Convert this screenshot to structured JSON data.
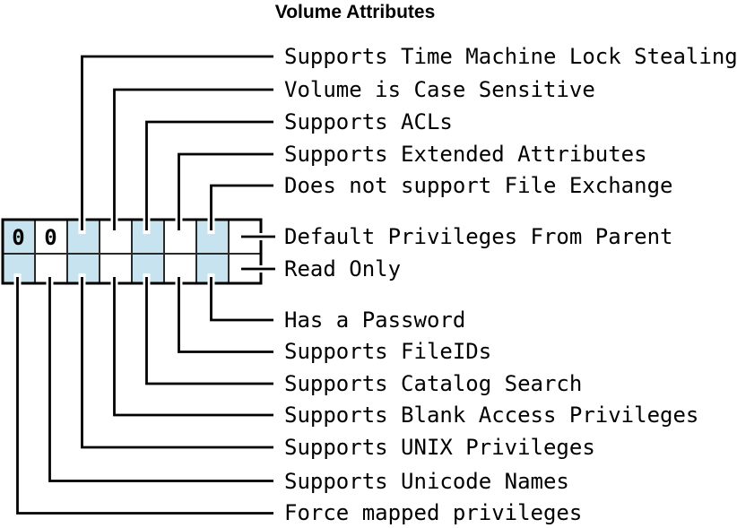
{
  "title": "Volume Attributes",
  "colors": {
    "bit_fill": "#c7e3f0",
    "line": "#000000",
    "background": "#ffffff"
  },
  "bit_box": {
    "rows": 2,
    "columns": 8,
    "top_row_values": [
      "0",
      "0"
    ]
  },
  "labels": [
    {
      "id": "supports-time-machine-lock-stealing",
      "text": "Supports Time Machine Lock Stealing"
    },
    {
      "id": "volume-is-case-sensitive",
      "text": "Volume is Case Sensitive"
    },
    {
      "id": "supports-acls",
      "text": "Supports ACLs"
    },
    {
      "id": "supports-extended-attributes",
      "text": "Supports Extended Attributes"
    },
    {
      "id": "does-not-support-file-exchange",
      "text": "Does not support File Exchange"
    },
    {
      "id": "default-privileges-from-parent",
      "text": "Default Privileges From Parent"
    },
    {
      "id": "read-only",
      "text": "Read Only"
    },
    {
      "id": "has-a-password",
      "text": "Has a Password"
    },
    {
      "id": "supports-fileids",
      "text": "Supports FileIDs"
    },
    {
      "id": "supports-catalog-search",
      "text": "Supports Catalog Search"
    },
    {
      "id": "supports-blank-access-privileges",
      "text": "Supports Blank Access Privileges"
    },
    {
      "id": "supports-unix-privileges",
      "text": "Supports UNIX Privileges"
    },
    {
      "id": "supports-unicode-names",
      "text": "Supports Unicode Names"
    },
    {
      "id": "force-mapped-privileges",
      "text": "Force mapped privileges"
    }
  ]
}
